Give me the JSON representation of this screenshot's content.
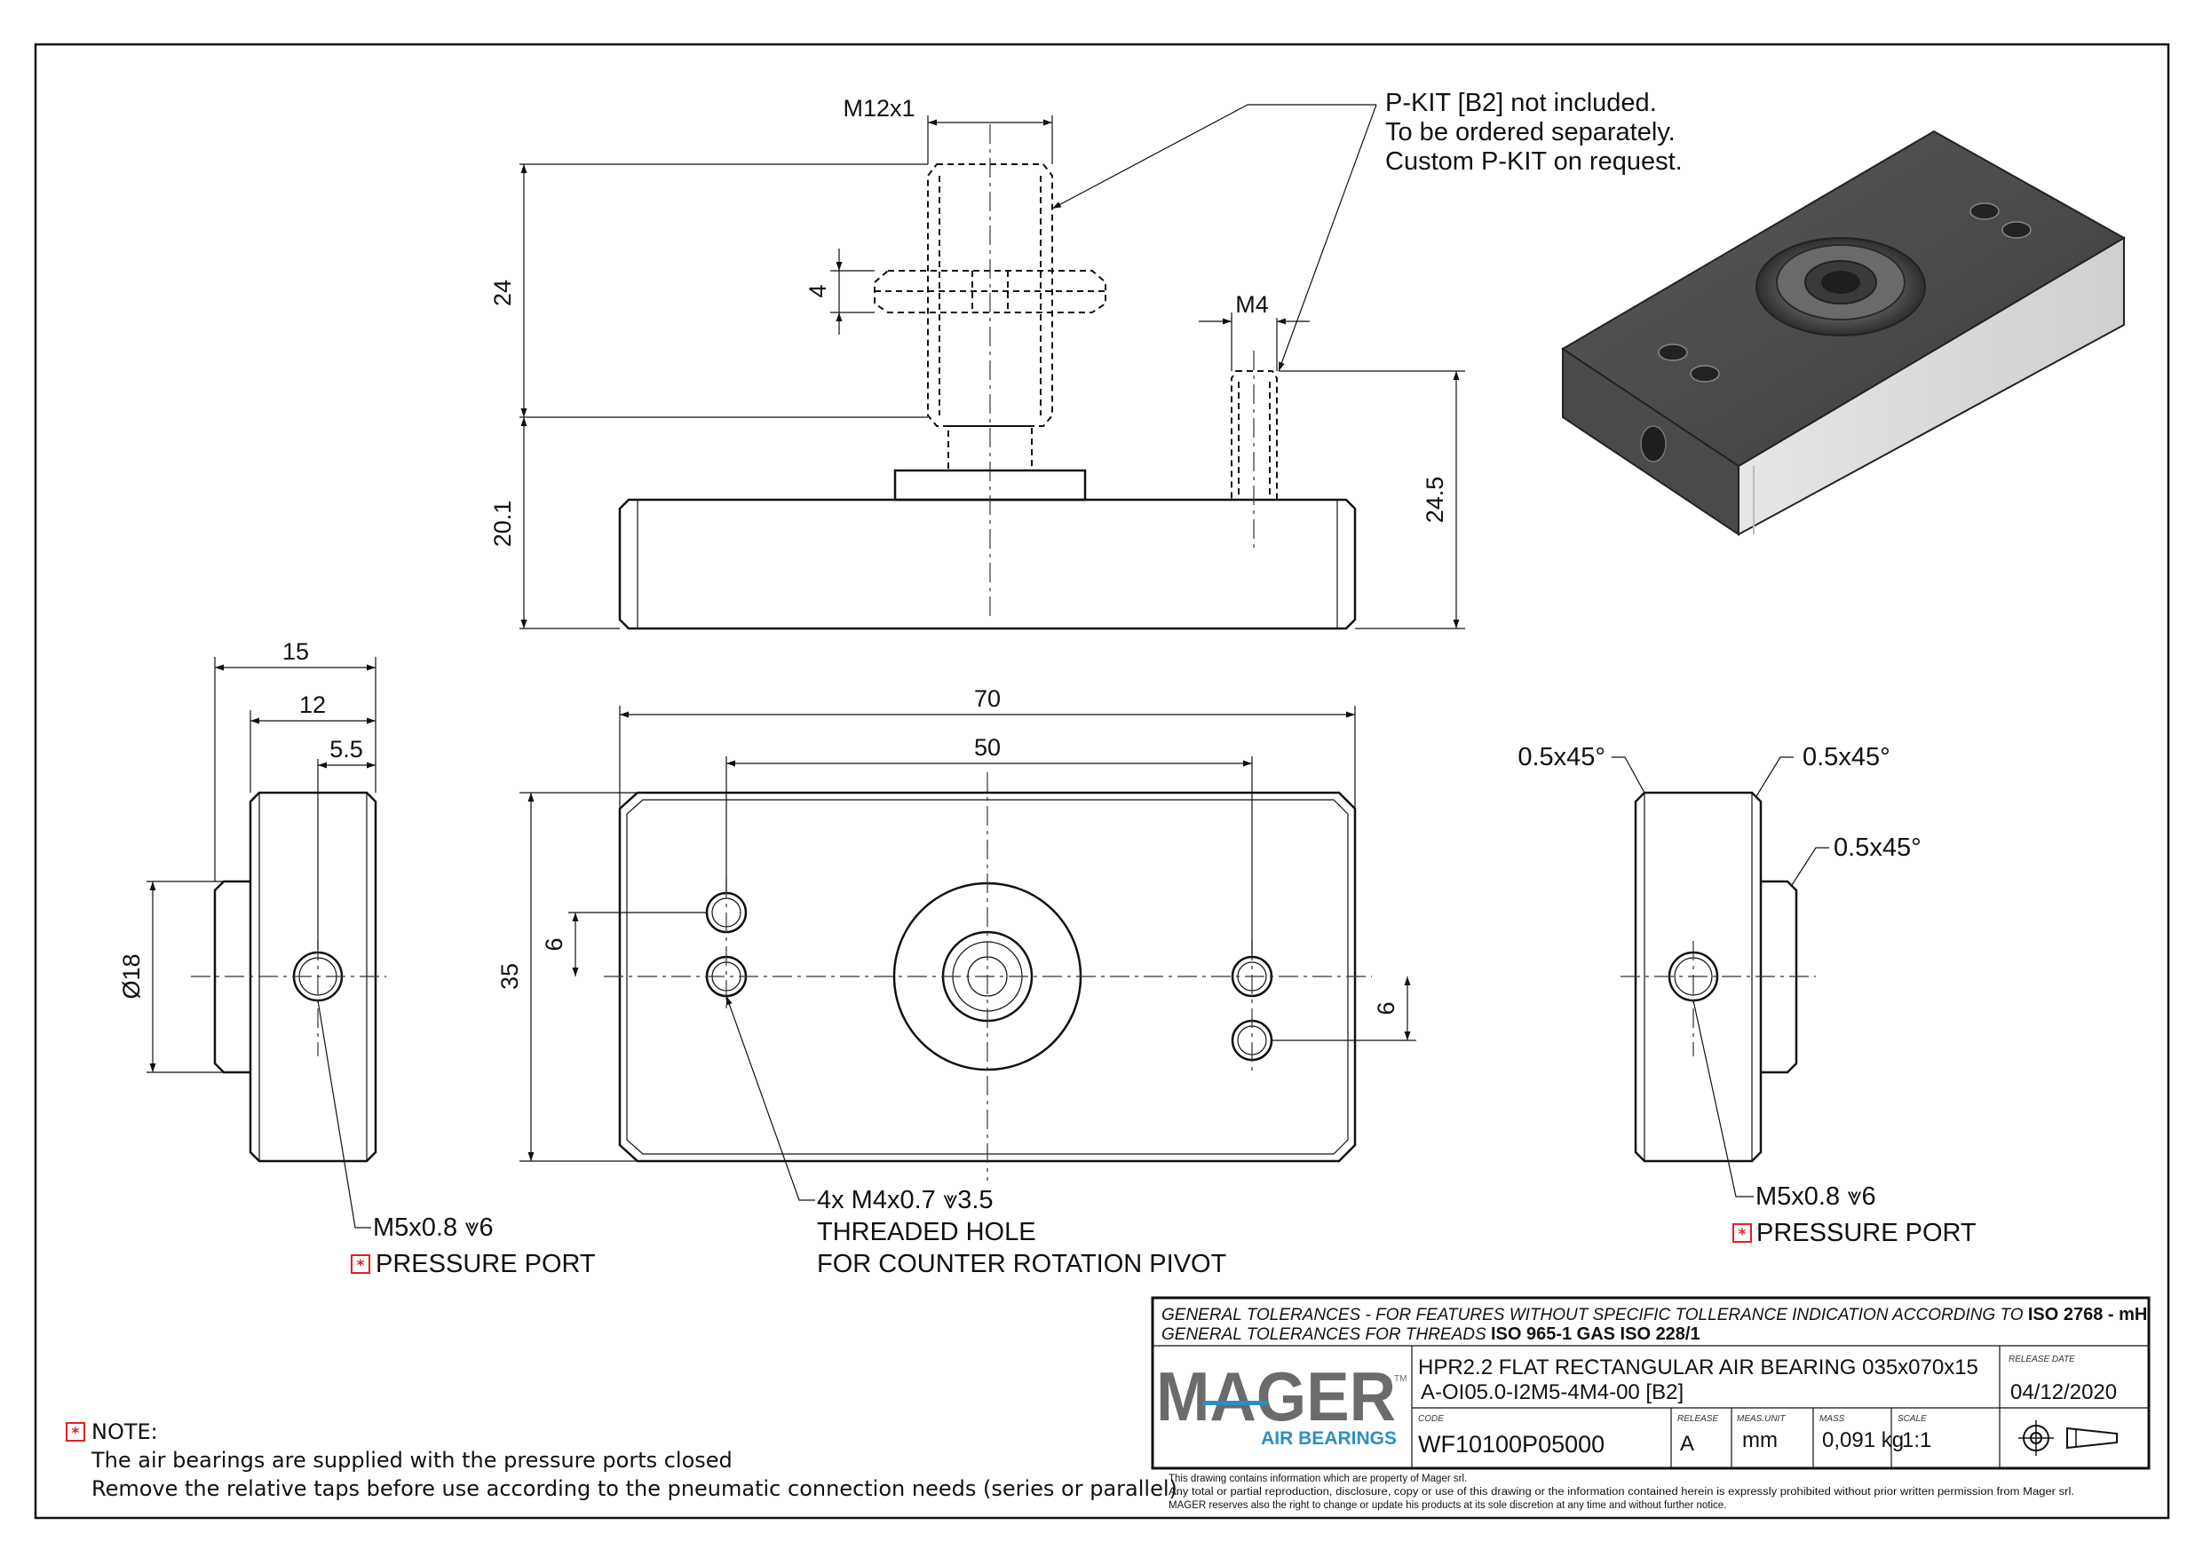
{
  "labels": {
    "dim_m12": "M12x1",
    "dim_24": "24",
    "dim_4": "4",
    "dim_20_1": "20.1",
    "dim_m4": "M4",
    "dim_24_5": "24.5",
    "dim_15": "15",
    "dim_12": "12",
    "dim_5_5": "5.5",
    "dim_phi18": "Ø18",
    "dim_70": "70",
    "dim_50": "50",
    "dim_6_left": "6",
    "dim_35": "35",
    "dim_6_right": "6",
    "chamfer_top_left": "0.5x45°",
    "chamfer_top_right": "0.5x45°",
    "chamfer_side": "0.5x45°"
  },
  "callouts": {
    "pkit_line1": "P-KIT [B2] not included.",
    "pkit_line2": "To be ordered separately.",
    "pkit_line3": "Custom P-KIT on request.",
    "left_port_thread": "M5x0.8 ⩔6",
    "left_port_label": "PRESSURE PORT",
    "threaded_line1": "4x M4x0.7 ⩔3.5",
    "threaded_line2": "THREADED HOLE",
    "threaded_line3": "FOR COUNTER ROTATION PIVOT",
    "right_port_thread": "M5x0.8 ⩔6",
    "right_port_label": "PRESSURE PORT"
  },
  "note": {
    "title": "NOTE:",
    "line1": "The air bearings are supplied with the pressure ports closed",
    "line2": "Remove the relative taps before use according to the pneumatic connection needs (series or parallel)"
  },
  "title_block": {
    "tol_line1_prefix": "GENERAL TOLERANCES - FOR FEATURES WITHOUT  SPECIFIC TOLLERANCE INDICATION ACCORDING TO ",
    "tol_line1_std": "ISO 2768 - mH",
    "tol_line2_prefix": "GENERAL TOLERANCES FOR THREADS  ",
    "tol_line2_std": "ISO 965-1 GAS ISO 228/1",
    "logo_text": "MAGER",
    "logo_tm": "TM",
    "logo_sub": "AIR BEARINGS",
    "title": "HPR2.2  FLAT RECTANGULAR AIR BEARING 035x070x15",
    "subtitle": "A-OI05.0-I2M5-4M4-00 [B2]",
    "release_date_label": "RELEASE DATE",
    "release_date": "04/12/2020",
    "code_label": "CODE",
    "code": "WF10100P05000",
    "release_label": "RELEASE",
    "release": "A",
    "meas_label": "MEAS.UNIT",
    "meas": "mm",
    "mass_label": "MASS",
    "mass": "0,091 kg",
    "scale_label": "SCALE",
    "scale": "1:1"
  },
  "legal": {
    "line1": "This drawing contains information which are property of Mager srl.",
    "line2": "Any total or partial reproduction, disclosure, copy or use of this drawing or the information contained herein is expressly prohibited without prior written permission from Mager srl.",
    "line3": "MAGER reserves also the right to change or update his products  at its sole discretion at any time and without further notice."
  },
  "colors": {
    "accent_red": "#e02020",
    "logo_blue": "#2a8fc8",
    "logo_grey": "#6b6b6b"
  }
}
